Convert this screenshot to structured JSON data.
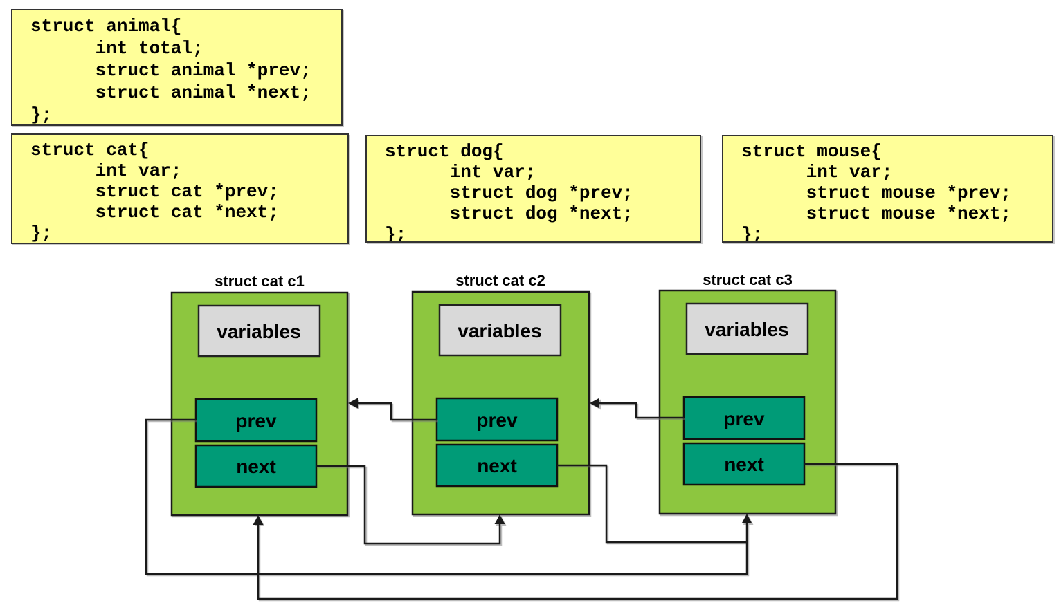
{
  "colors": {
    "yellow": "#FFFF99",
    "green": "#8DC63F",
    "teal": "#009B77",
    "gray": "#D9D9D9",
    "line": "#1A1A1A"
  },
  "code_boxes": [
    {
      "name": "struct animal",
      "code": "struct animal{\n      int total;\n      struct animal *prev;\n      struct animal *next;\n};"
    },
    {
      "name": "struct cat",
      "code": "struct cat{\n      int var;\n      struct cat *prev;\n      struct cat *next;\n};"
    },
    {
      "name": "struct dog",
      "code": "struct dog{\n      int var;\n      struct dog *prev;\n      struct dog *next;\n};"
    },
    {
      "name": "struct mouse",
      "code": "struct mouse{\n      int var;\n      struct mouse *prev;\n      struct mouse *next;\n};"
    }
  ],
  "diagram": {
    "nodes": [
      {
        "title": "struct cat c1",
        "variables_label": "variables",
        "prev_label": "prev",
        "next_label": "next"
      },
      {
        "title": "struct cat c2",
        "variables_label": "variables",
        "prev_label": "prev",
        "next_label": "next"
      },
      {
        "title": "struct cat c3",
        "variables_label": "variables",
        "prev_label": "prev",
        "next_label": "next"
      }
    ],
    "links": [
      {
        "from": "c2.prev",
        "to": "c1"
      },
      {
        "from": "c3.prev",
        "to": "c2"
      },
      {
        "from": "c1.next",
        "to": "c2"
      },
      {
        "from": "c2.next",
        "to": "c3"
      },
      {
        "from": "c1.prev",
        "to": "c3"
      },
      {
        "from": "c3.next",
        "to": "c1"
      }
    ]
  }
}
